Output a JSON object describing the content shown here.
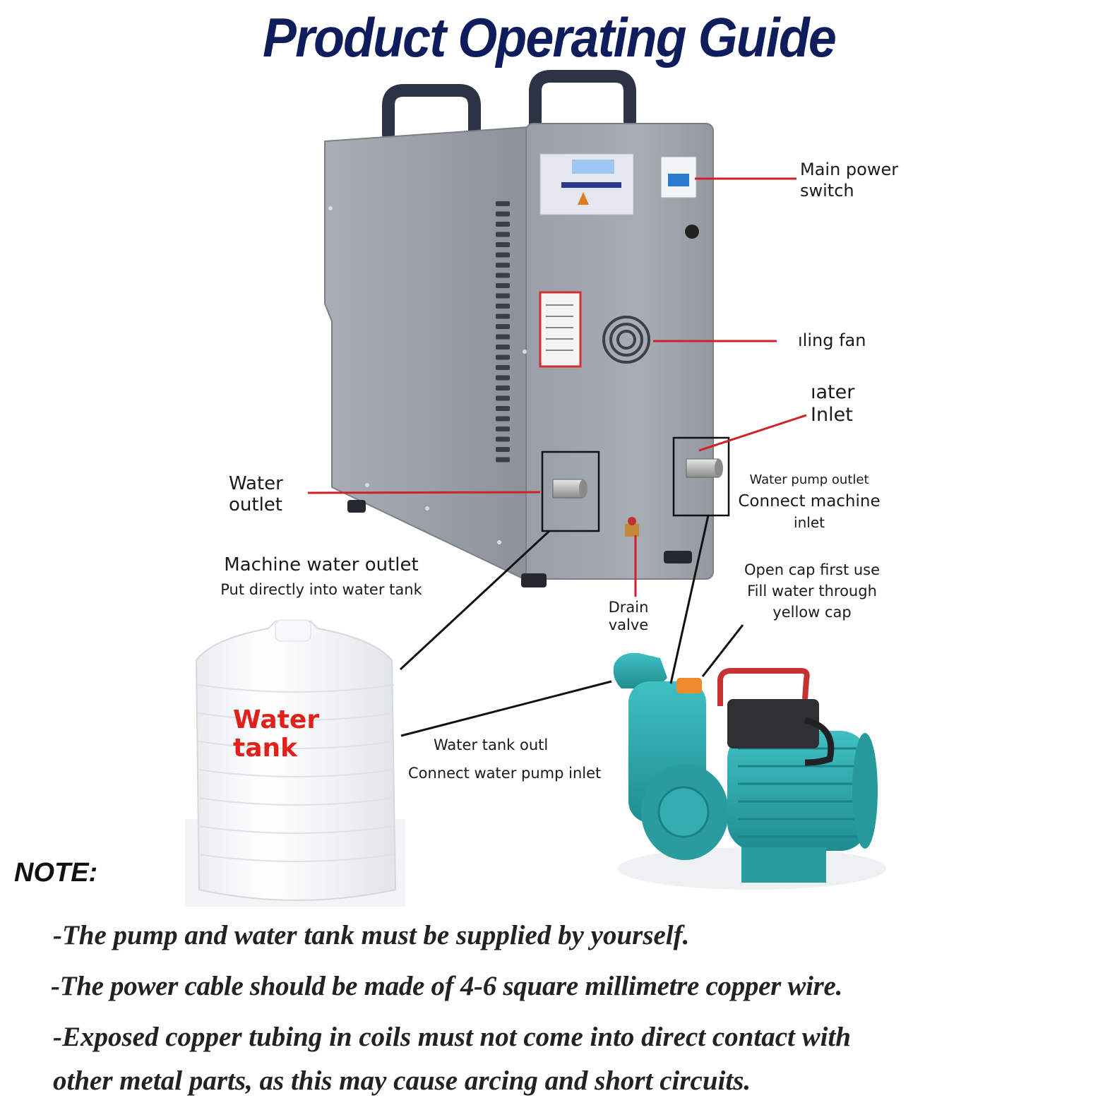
{
  "title": "Product Operating Guide",
  "labels": {
    "main_power_switch": [
      "Main power",
      "switch"
    ],
    "cooling_fan": "ıling fan",
    "water_inlet": [
      "ıater",
      "Inlet"
    ],
    "water_pump_outlet": [
      "Water pump outlet",
      "Connect machine",
      "inlet"
    ],
    "water_outlet": [
      "Water",
      "outlet"
    ],
    "machine_water_outlet": [
      "Machine water outlet",
      "Put directly into water tank"
    ],
    "drain_valve": [
      "Drain",
      "valve"
    ],
    "first_use": [
      "Open cap first use",
      "Fill water through",
      "yellow cap"
    ],
    "water_tank": [
      "Water",
      "tank"
    ],
    "water_tank_outlet": [
      "Water tank outl",
      "Connect water pump inlet"
    ]
  },
  "note": {
    "heading": "NOTE:",
    "lines": [
      "-The pump and water tank must be supplied by yourself.",
      "-The power cable should be made of 4-6 square millimetre copper wire.",
      "-Exposed copper tubing in coils must not come into direct contact with",
      "other metal parts, as this may cause arcing and short circuits."
    ]
  },
  "colors": {
    "title": "#0f1d5c",
    "machine_body": "#9ea2aa",
    "pump_body": "#2aa5a8",
    "leader_red": "#d0202a",
    "leader_black": "#111111",
    "tank_label": "#e0201b"
  }
}
